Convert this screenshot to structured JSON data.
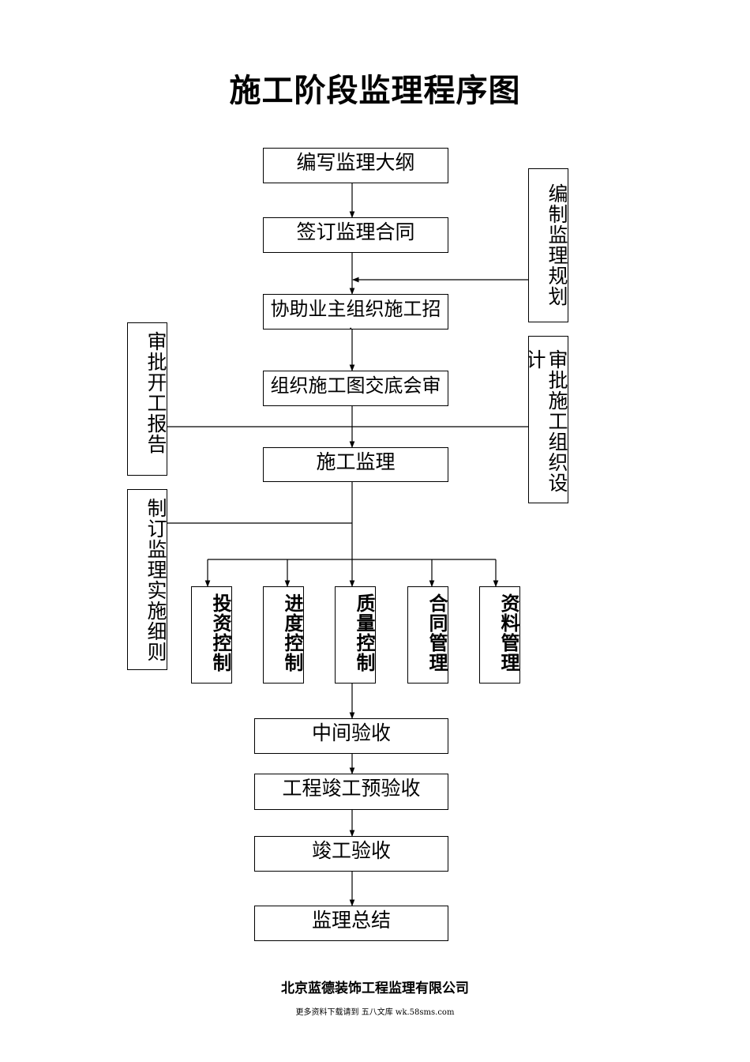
{
  "title": "施工阶段监理程序图",
  "main_steps": [
    "编写监理大纲",
    "签订监理合同",
    "协助业主组织施工招标",
    "组织施工图交底会审",
    "施工监理",
    "中间验收",
    "工程竣工预验收",
    "竣工验收",
    "监理总结"
  ],
  "side_left": [
    "审批开工报告",
    "制订监理实施细则"
  ],
  "side_right": [
    "编制监理规划",
    "审批施工组织设计"
  ],
  "controls": [
    "投资控制",
    "进度控制",
    "质量控制",
    "合同管理",
    "资料管理"
  ],
  "footer": {
    "company": "北京蓝德装饰工程监理有限公司",
    "note": "更多资料下载请到 五八文库 wk.58sms.com"
  }
}
